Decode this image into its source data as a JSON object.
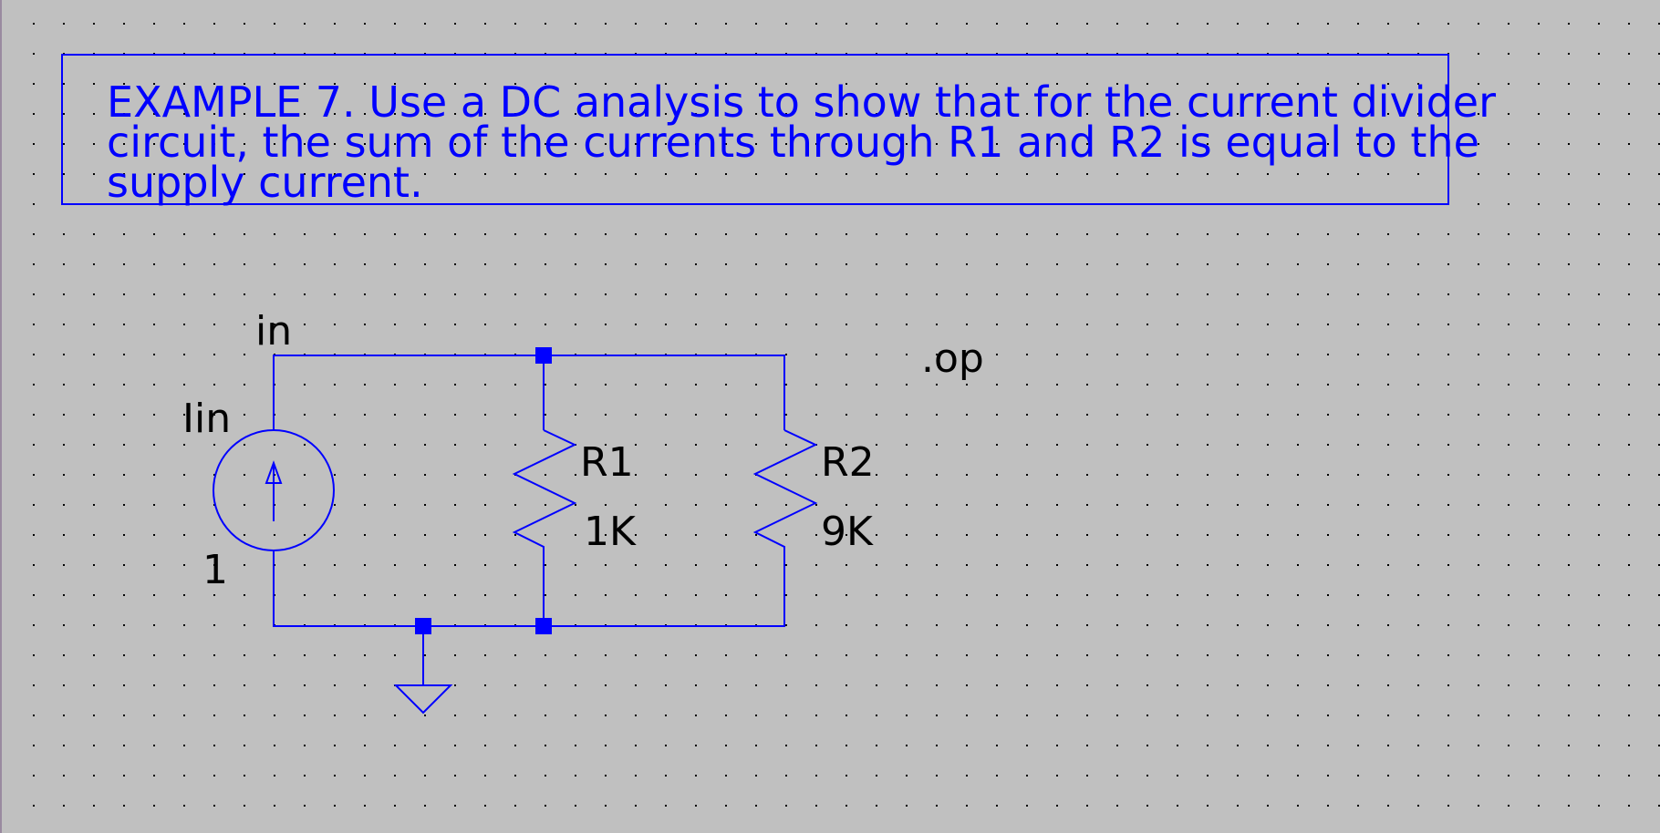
{
  "note": {
    "lines": [
      "EXAMPLE 7. Use a DC analysis to show that for the current divider",
      "circuit, the sum of the currents through R1 and R2 is equal to the",
      "supply current."
    ]
  },
  "net_label": "in",
  "directive": ".op",
  "source": {
    "name": "Iin",
    "value": "1"
  },
  "r1": {
    "name": "R1",
    "value": "1K"
  },
  "r2": {
    "name": "R2",
    "value": "9K"
  },
  "colors": {
    "background": "#c0c0c0",
    "grid_dot": "#000000",
    "wire": "#0000ff",
    "label": "#000000"
  }
}
